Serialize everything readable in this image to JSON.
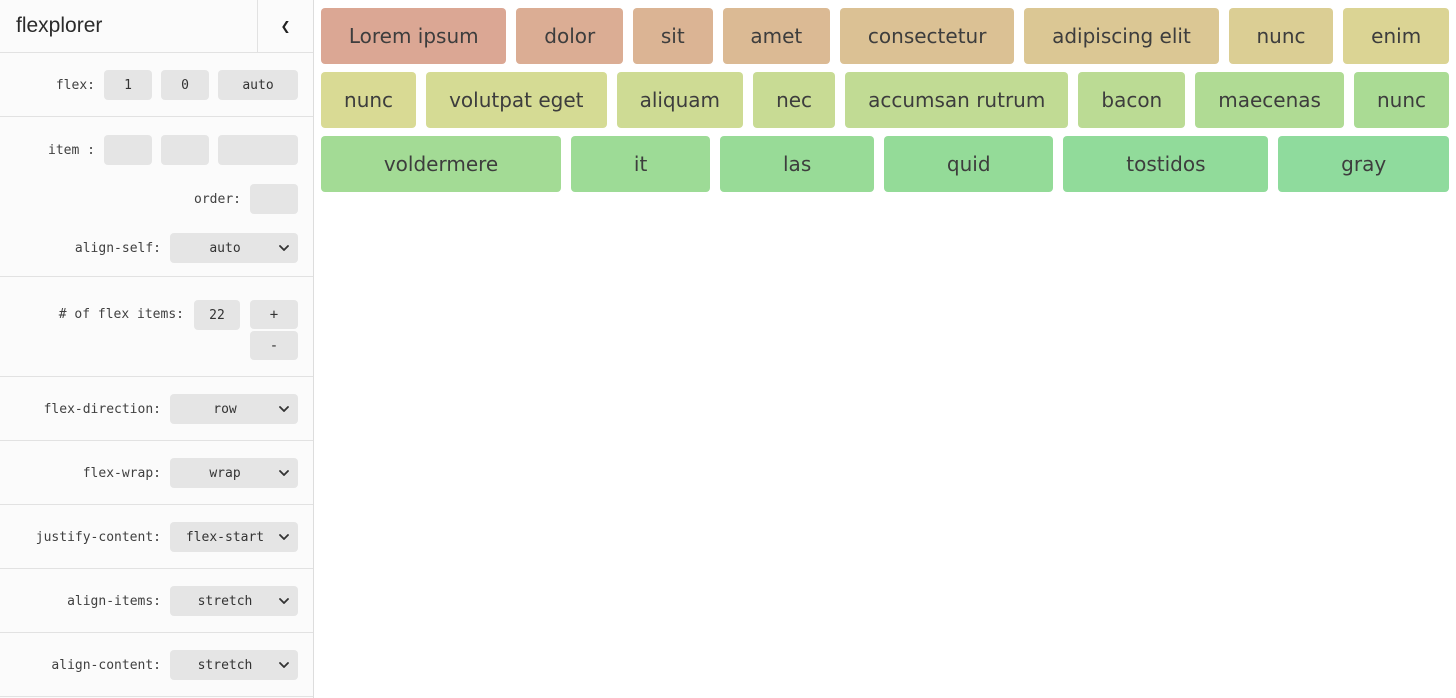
{
  "header": {
    "title": "flexplorer",
    "collapse_glyph": "❮"
  },
  "sidebar": {
    "flex": {
      "label": "flex:",
      "grow": "1",
      "shrink": "0",
      "basis": "auto"
    },
    "item": {
      "label": "item :",
      "grow": "",
      "shrink": "",
      "basis": ""
    },
    "order": {
      "label": "order:",
      "value": ""
    },
    "align_self": {
      "label": "align-self:",
      "value": "auto"
    },
    "count": {
      "label": "# of flex items:",
      "value": "22",
      "increment": "+",
      "decrement": "-"
    },
    "flex_direction": {
      "label": "flex-direction:",
      "value": "row"
    },
    "flex_wrap": {
      "label": "flex-wrap:",
      "value": "wrap"
    },
    "justify_content": {
      "label": "justify-content:",
      "value": "flex-start"
    },
    "align_items": {
      "label": "align-items:",
      "value": "stretch"
    },
    "align_content": {
      "label": "align-content:",
      "value": "stretch"
    }
  },
  "main": {
    "items": [
      {
        "label": "Lorem ipsum",
        "color": "#dba794"
      },
      {
        "label": "dolor",
        "color": "#dbad94"
      },
      {
        "label": "sit",
        "color": "#dbb494"
      },
      {
        "label": "amet",
        "color": "#dbba94"
      },
      {
        "label": "consectetur",
        "color": "#dbc194"
      },
      {
        "label": "adipiscing elit",
        "color": "#dbc794"
      },
      {
        "label": "nunc",
        "color": "#dbce94"
      },
      {
        "label": "enim",
        "color": "#dbd494"
      },
      {
        "label": "nunc",
        "color": "#d9da94"
      },
      {
        "label": "volutpat eget",
        "color": "#d5db94"
      },
      {
        "label": "aliquam",
        "color": "#cedb94"
      },
      {
        "label": "nec",
        "color": "#c8db94"
      },
      {
        "label": "accumsan rutrum",
        "color": "#c1db94"
      },
      {
        "label": "bacon",
        "color": "#bbdb94"
      },
      {
        "label": "maecenas",
        "color": "#b0db94"
      },
      {
        "label": "nunc",
        "color": "#aadb94"
      },
      {
        "label": "voldermere",
        "color": "#a3db95"
      },
      {
        "label": "it",
        "color": "#9ddb96"
      },
      {
        "label": "las",
        "color": "#98db97"
      },
      {
        "label": "quid",
        "color": "#94db98"
      },
      {
        "label": "tostidos",
        "color": "#91db9a"
      },
      {
        "label": "gray",
        "color": "#8fdb9d"
      }
    ]
  },
  "colors": {
    "sidebar_bg": "#fbfbfb",
    "control_bg": "#e5e5e5",
    "divider": "#e2e2e2",
    "item_text": "#3d3d3d"
  }
}
